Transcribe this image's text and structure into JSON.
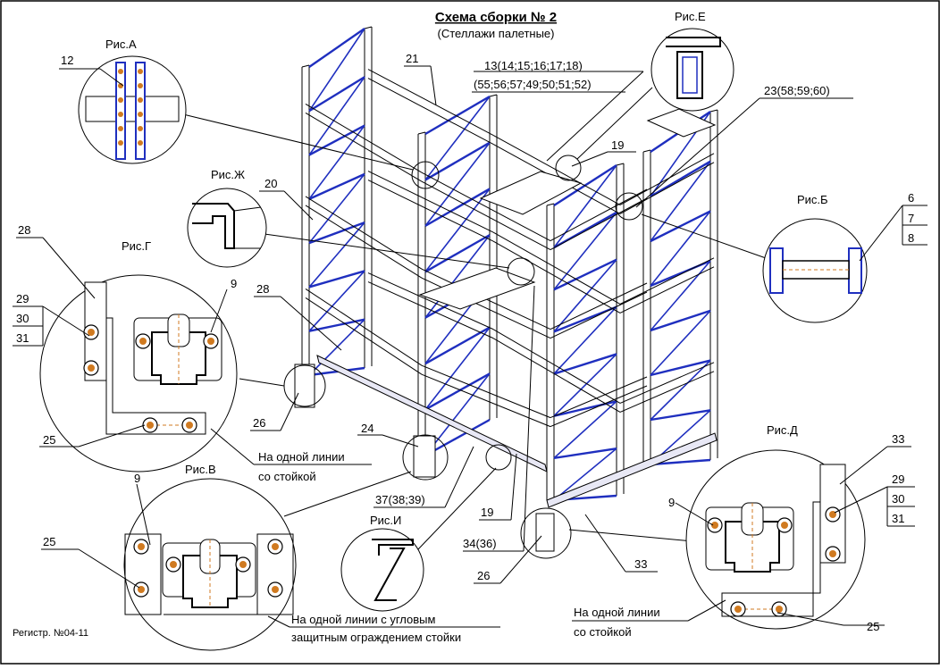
{
  "title": "Схема сборки № 2",
  "subtitle": "(Стеллажи палетные)",
  "registry": "Регистр. №04-11",
  "colors": {
    "frame": "#1f2fbf",
    "outline": "#000000",
    "bolt": "#d07a20",
    "background": "#ffffff"
  },
  "callouts": {
    "c12": "12",
    "c21": "21",
    "c13": "13(14;15;16;17;18)",
    "c55": "(55;56;57;49;50;51;52)",
    "c23": "23(58;59;60)",
    "c19a": "19",
    "c20": "20",
    "c28a": "28",
    "c28b": "28",
    "c29a": "29",
    "c30a": "30",
    "c31a": "31",
    "c9a": "9",
    "c6": "6",
    "c7": "7",
    "c8": "8",
    "c26a": "26",
    "c24": "24",
    "c25a": "25",
    "c37": "37(38;39)",
    "c19b": "19",
    "c34": "34(36)",
    "c26b": "26",
    "c33a": "33",
    "c33b": "33",
    "c29b": "29",
    "c30b": "30",
    "c31b": "31",
    "c9b": "9",
    "c9c": "9",
    "c25b": "25",
    "c25c": "25"
  },
  "views": {
    "A": "Рис.А",
    "B": "Рис.Б",
    "V": "Рис.В",
    "G": "Рис.Г",
    "D": "Рис.Д",
    "E": "Рис.Е",
    "ZH": "Рис.Ж",
    "I": "Рис.И"
  },
  "notes": {
    "line1a": "На одной линии",
    "line1b": "со стойкой",
    "line2a": "На одной линии с угловым",
    "line2b": "защитным ограждением стойки",
    "line3a": "На одной линии",
    "line3b": "со стойкой"
  }
}
